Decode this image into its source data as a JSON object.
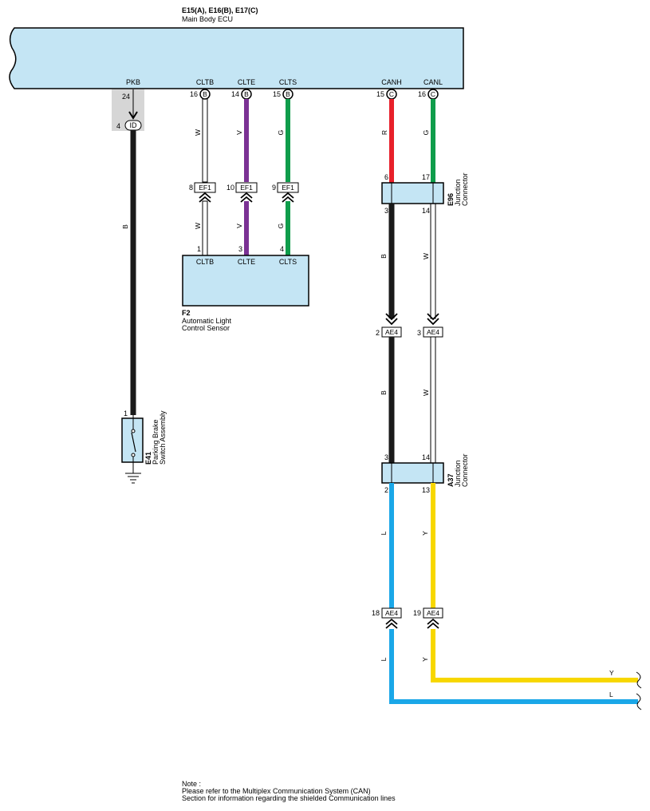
{
  "ecu": {
    "codes": "E15(A), E16(B), E17(C)",
    "name": "Main Body ECU",
    "terminals": {
      "pkb": "PKB",
      "cltb": "CLTB",
      "clte": "CLTE",
      "clts": "CLTS",
      "canh": "CANH",
      "canl": "CANL"
    },
    "pins": {
      "pkb": "24",
      "cltb": "16",
      "clte": "14",
      "clts": "15",
      "canh": "15",
      "canl": "16"
    },
    "pin_letters": {
      "b": "B",
      "c": "C"
    }
  },
  "id_connector": {
    "pin": "4",
    "label": "ID"
  },
  "sensor": {
    "code": "F2",
    "name_line1": "Automatic Light",
    "name_line2": "Control Sensor",
    "terminals": {
      "cltb": "CLTB",
      "clte": "CLTE",
      "clts": "CLTS"
    },
    "pins": {
      "cltb": "1",
      "clte": "3",
      "clts": "4"
    }
  },
  "junction_e96": {
    "code": "E96",
    "name_line1": "Junction",
    "name_line2": "Connector",
    "pins": {
      "in_h": "6",
      "in_l": "17",
      "out_h": "3",
      "out_l": "14"
    }
  },
  "junction_a37": {
    "code": "A37",
    "name_line1": "Junction",
    "name_line2": "Connector",
    "pins": {
      "in_h": "3",
      "in_l": "14",
      "out_h": "2",
      "out_l": "13"
    }
  },
  "switch": {
    "code": "E41",
    "name_line1": "Parking Brake",
    "name_line2": "Switch Assembly",
    "pin": "1"
  },
  "inline_connectors": {
    "ef1_label": "EF1",
    "ef1_pins": {
      "cltb": "8",
      "clte": "10",
      "clts": "9"
    },
    "ae4_label": "AE4",
    "ae4_upper_pins": {
      "h": "2",
      "l": "3"
    },
    "ae4_lower_pins": {
      "h": "18",
      "l": "19"
    }
  },
  "wire_colors": {
    "pkb": "B",
    "cltb": "W",
    "clte": "V",
    "clts": "G",
    "canh_top": "R",
    "canl_top": "G",
    "canh_mid": "B",
    "canl_mid": "W",
    "canh_low": "L",
    "canl_low": "Y",
    "out_y": "Y",
    "out_l": "L"
  },
  "note": {
    "title": "Note :",
    "line1": "Please refer to the Multiplex Communication System (CAN)",
    "line2": "Section for information regarding the shielded Communication lines"
  },
  "colors": {
    "ecu_fill": "#c4e5f4",
    "black_wire": "#1a1a1a",
    "white_wire": "#ffffff",
    "violet_wire": "#7b3294",
    "green_wire": "#0f9d4b",
    "red_wire": "#e8202a",
    "blue_wire": "#1aa7e8",
    "yellow_wire": "#f7d700",
    "shade": "#d6d6d6"
  }
}
